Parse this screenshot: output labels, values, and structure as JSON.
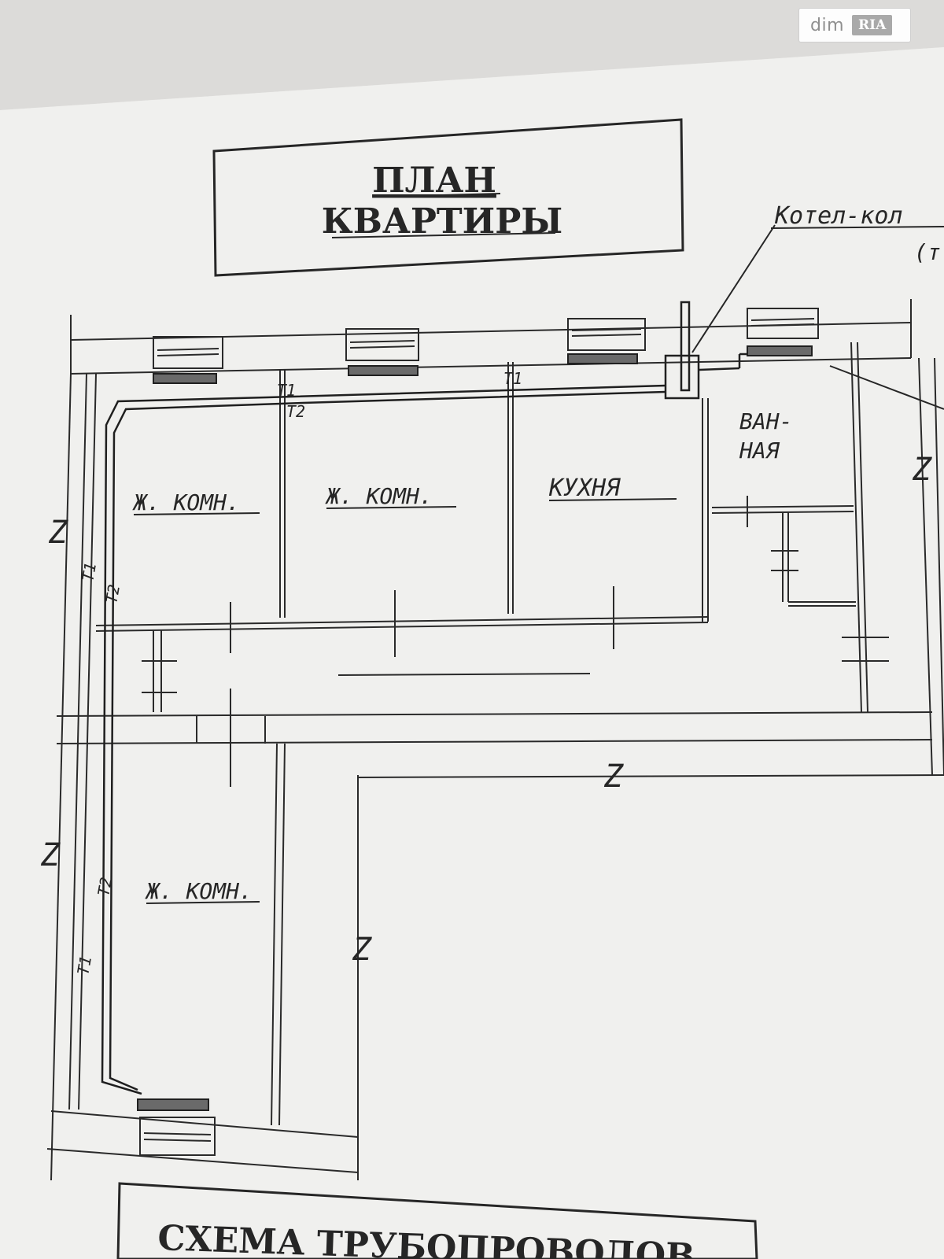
{
  "watermark": {
    "brand": "dim",
    "brand_mark": "RIA"
  },
  "plan": {
    "title_line1": "ПЛАН",
    "title_line2": "КВАРТИРЫ",
    "boiler_callout": "Котел-кол",
    "boiler_callout_cont": "(т",
    "rooms": {
      "room1": "Ж. КОМН.",
      "room2": "Ж. КОМН.",
      "kitchen": "КУХНЯ",
      "bathroom_line1": "ВАН-",
      "bathroom_line2": "НАЯ",
      "room3": "Ж. КОМН."
    },
    "pipe_labels": {
      "t1": "Т1",
      "t2": "Т2"
    },
    "break_mark": "Z"
  },
  "scheme": {
    "title": "СХЕМА ТРУБОПРОВОДОВ"
  }
}
